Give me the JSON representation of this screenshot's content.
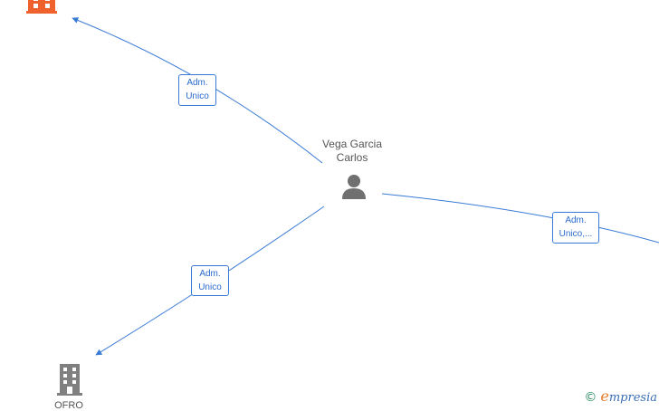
{
  "person": {
    "name_line1": "Vega Garcia",
    "name_line2": "Carlos",
    "icon": "person-icon"
  },
  "companies": [
    {
      "label": "",
      "icon": "building-icon",
      "color": "#f0622d"
    },
    {
      "label": "OFRO",
      "icon": "building-icon",
      "color": "#808080"
    }
  ],
  "edges": [
    {
      "line1": "Adm.",
      "line2": "Unico"
    },
    {
      "line1": "Adm.",
      "line2": "Unico"
    },
    {
      "line1": "Adm.",
      "line2": "Unico,..."
    }
  ],
  "brand": {
    "copyright_symbol": "©",
    "initial": "e",
    "rest": "mpresia"
  },
  "colors": {
    "edge": "#3a7bd5",
    "label_text": "#2a6acd"
  }
}
